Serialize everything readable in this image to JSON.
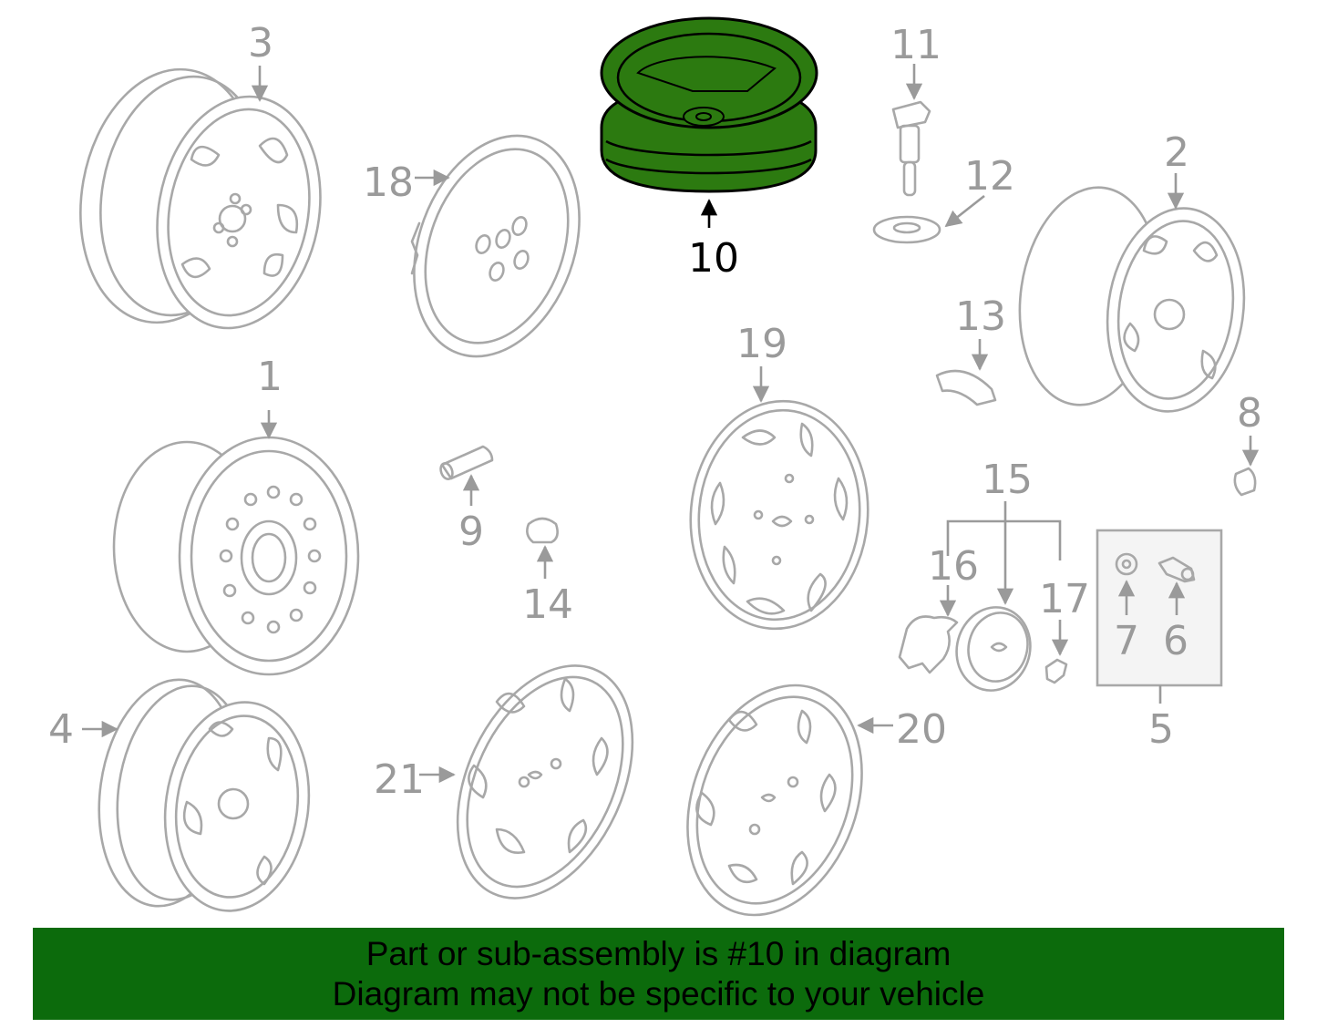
{
  "colors": {
    "highlight": "#2c7a10",
    "banner": "#0c6b0c",
    "part_line": "#a8a8a8",
    "label": "#9a9a9a"
  },
  "callouts": {
    "c1": "1",
    "c2": "2",
    "c3": "3",
    "c4": "4",
    "c5": "5",
    "c6": "6",
    "c7": "7",
    "c8": "8",
    "c9": "9",
    "c10": "10",
    "c11": "11",
    "c12": "12",
    "c13": "13",
    "c14": "14",
    "c15": "15",
    "c16": "16",
    "c17": "17",
    "c18": "18",
    "c19": "19",
    "c20": "20",
    "c21": "21"
  },
  "highlighted_part": "10",
  "banner": {
    "line1": "Part or sub-assembly is #10 in diagram",
    "line2": "Diagram may not be specific to your vehicle"
  }
}
